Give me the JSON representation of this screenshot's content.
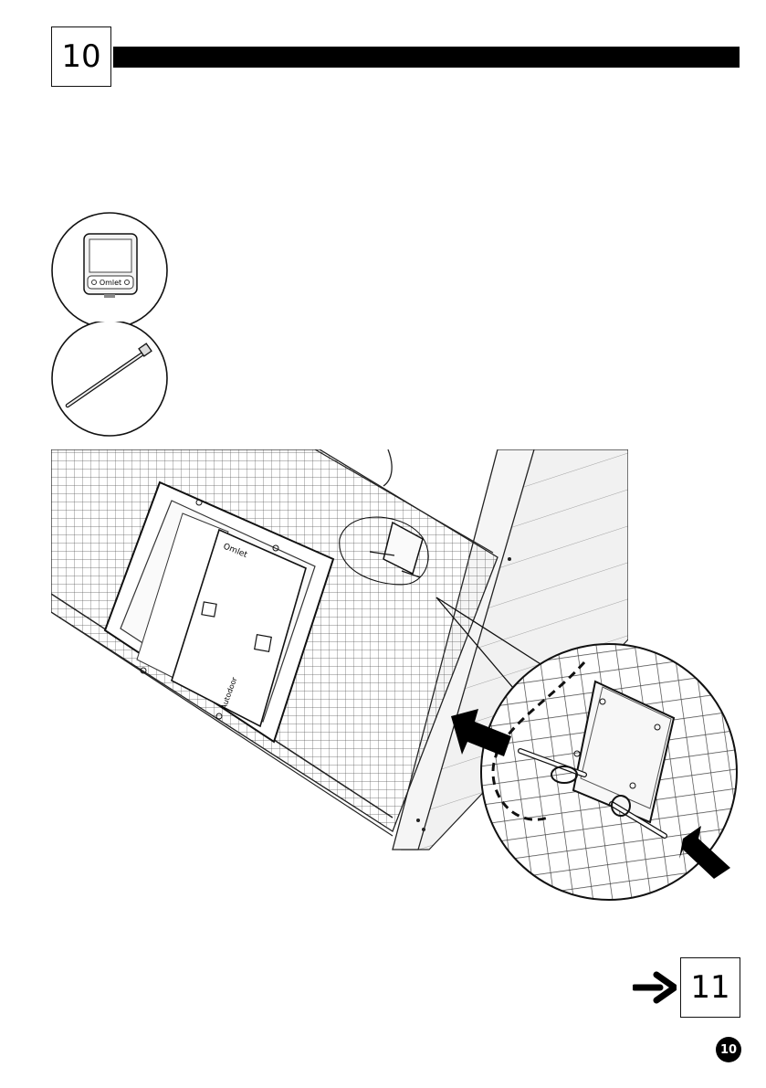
{
  "step": {
    "number": "10"
  },
  "parts": [
    {
      "name": "door-controller",
      "logo_text": "Omlet"
    },
    {
      "name": "cable-tie"
    }
  ],
  "illustration": {
    "door_logo": "Omlet",
    "door_model": "Autodoor"
  },
  "next": {
    "step": "11"
  },
  "page": {
    "number": "10"
  },
  "colors": {
    "ink": "#000000",
    "panel": "#f2f2f2",
    "mesh": "#9a9a9a"
  }
}
